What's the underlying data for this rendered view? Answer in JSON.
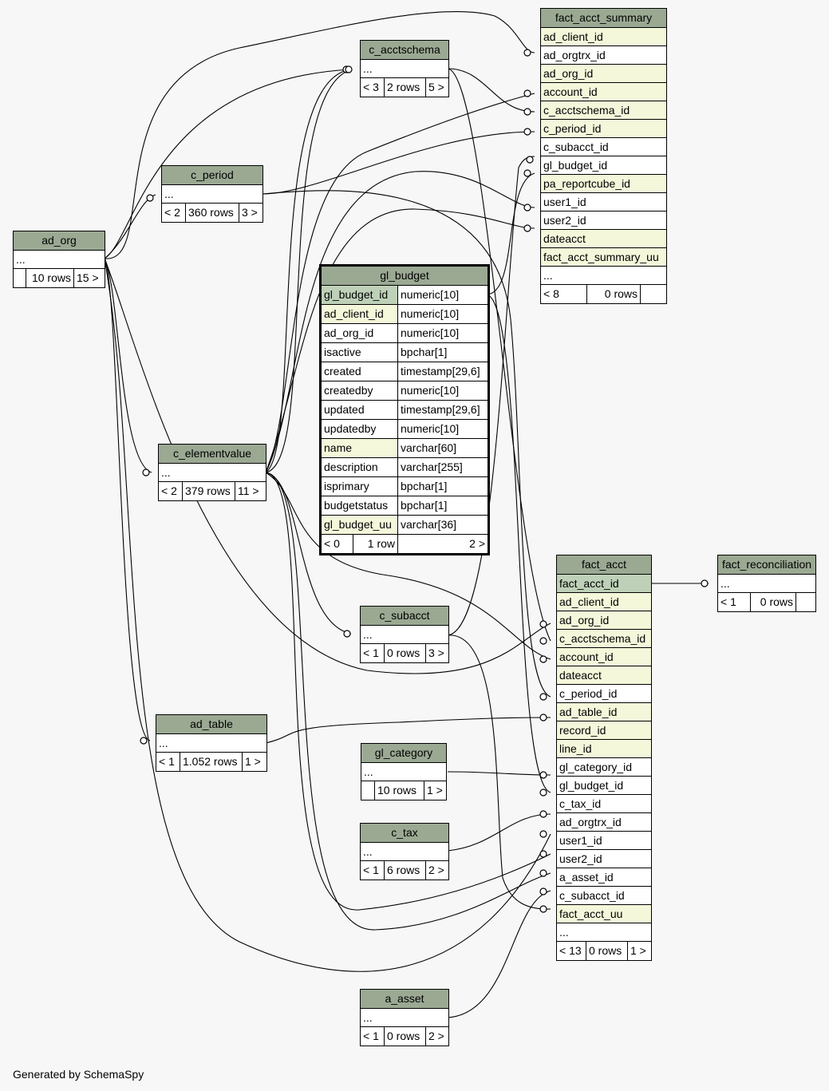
{
  "footer": "Generated by SchemaSpy",
  "tables": {
    "ad_org": {
      "name": "ad_org",
      "ellipsis": "...",
      "parents": "",
      "rows": "10 rows",
      "children": "15 >"
    },
    "c_acctschema": {
      "name": "c_acctschema",
      "ellipsis": "...",
      "parents": "< 3",
      "rows": "2 rows",
      "children": "5 >"
    },
    "c_period": {
      "name": "c_period",
      "ellipsis": "...",
      "parents": "< 2",
      "rows": "360 rows",
      "children": "3 >"
    },
    "c_elementvalue": {
      "name": "c_elementvalue",
      "ellipsis": "...",
      "parents": "< 2",
      "rows": "379 rows",
      "children": "11 >"
    },
    "ad_table": {
      "name": "ad_table",
      "ellipsis": "...",
      "parents": "< 1",
      "rows": "1.052 rows",
      "children": "1 >"
    },
    "c_subacct": {
      "name": "c_subacct",
      "ellipsis": "...",
      "parents": "< 1",
      "rows": "0 rows",
      "children": "3 >"
    },
    "gl_category": {
      "name": "gl_category",
      "ellipsis": "...",
      "parents": "",
      "rows": "10 rows",
      "children": "1 >"
    },
    "c_tax": {
      "name": "c_tax",
      "ellipsis": "...",
      "parents": "< 1",
      "rows": "6 rows",
      "children": "2 >"
    },
    "a_asset": {
      "name": "a_asset",
      "ellipsis": "...",
      "parents": "< 1",
      "rows": "0 rows",
      "children": "2 >"
    },
    "fact_reconciliation": {
      "name": "fact_reconciliation",
      "ellipsis": "...",
      "parents": "< 1",
      "rows": "0 rows",
      "children": ""
    },
    "fact_acct_summary": {
      "name": "fact_acct_summary",
      "columns": [
        "ad_client_id",
        "ad_orgtrx_id",
        "ad_org_id",
        "account_id",
        "c_acctschema_id",
        "c_period_id",
        "c_subacct_id",
        "gl_budget_id",
        "pa_reportcube_id",
        "user1_id",
        "user2_id",
        "dateacct",
        "fact_acct_summary_uu",
        "..."
      ],
      "parents": "< 8",
      "rows": "0 rows",
      "children": ""
    },
    "fact_acct": {
      "name": "fact_acct",
      "columns": [
        "fact_acct_id",
        "ad_client_id",
        "ad_org_id",
        "c_acctschema_id",
        "account_id",
        "dateacct",
        "c_period_id",
        "ad_table_id",
        "record_id",
        "line_id",
        "gl_category_id",
        "gl_budget_id",
        "c_tax_id",
        "ad_orgtrx_id",
        "user1_id",
        "user2_id",
        "a_asset_id",
        "c_subacct_id",
        "fact_acct_uu",
        "..."
      ],
      "parents": "< 13",
      "rows": "0 rows",
      "children": "1 >"
    },
    "gl_budget": {
      "name": "gl_budget",
      "columns": [
        {
          "name": "gl_budget_id",
          "type": "numeric[10]"
        },
        {
          "name": "ad_client_id",
          "type": "numeric[10]"
        },
        {
          "name": "ad_org_id",
          "type": "numeric[10]"
        },
        {
          "name": "isactive",
          "type": "bpchar[1]"
        },
        {
          "name": "created",
          "type": "timestamp[29,6]"
        },
        {
          "name": "createdby",
          "type": "numeric[10]"
        },
        {
          "name": "updated",
          "type": "timestamp[29,6]"
        },
        {
          "name": "updatedby",
          "type": "numeric[10]"
        },
        {
          "name": "name",
          "type": "varchar[60]"
        },
        {
          "name": "description",
          "type": "varchar[255]"
        },
        {
          "name": "isprimary",
          "type": "bpchar[1]"
        },
        {
          "name": "budgetstatus",
          "type": "bpchar[1]"
        },
        {
          "name": "gl_budget_uu",
          "type": "varchar[36]"
        }
      ],
      "parents": "< 0",
      "rows": "1 row",
      "children": "2 >"
    }
  }
}
